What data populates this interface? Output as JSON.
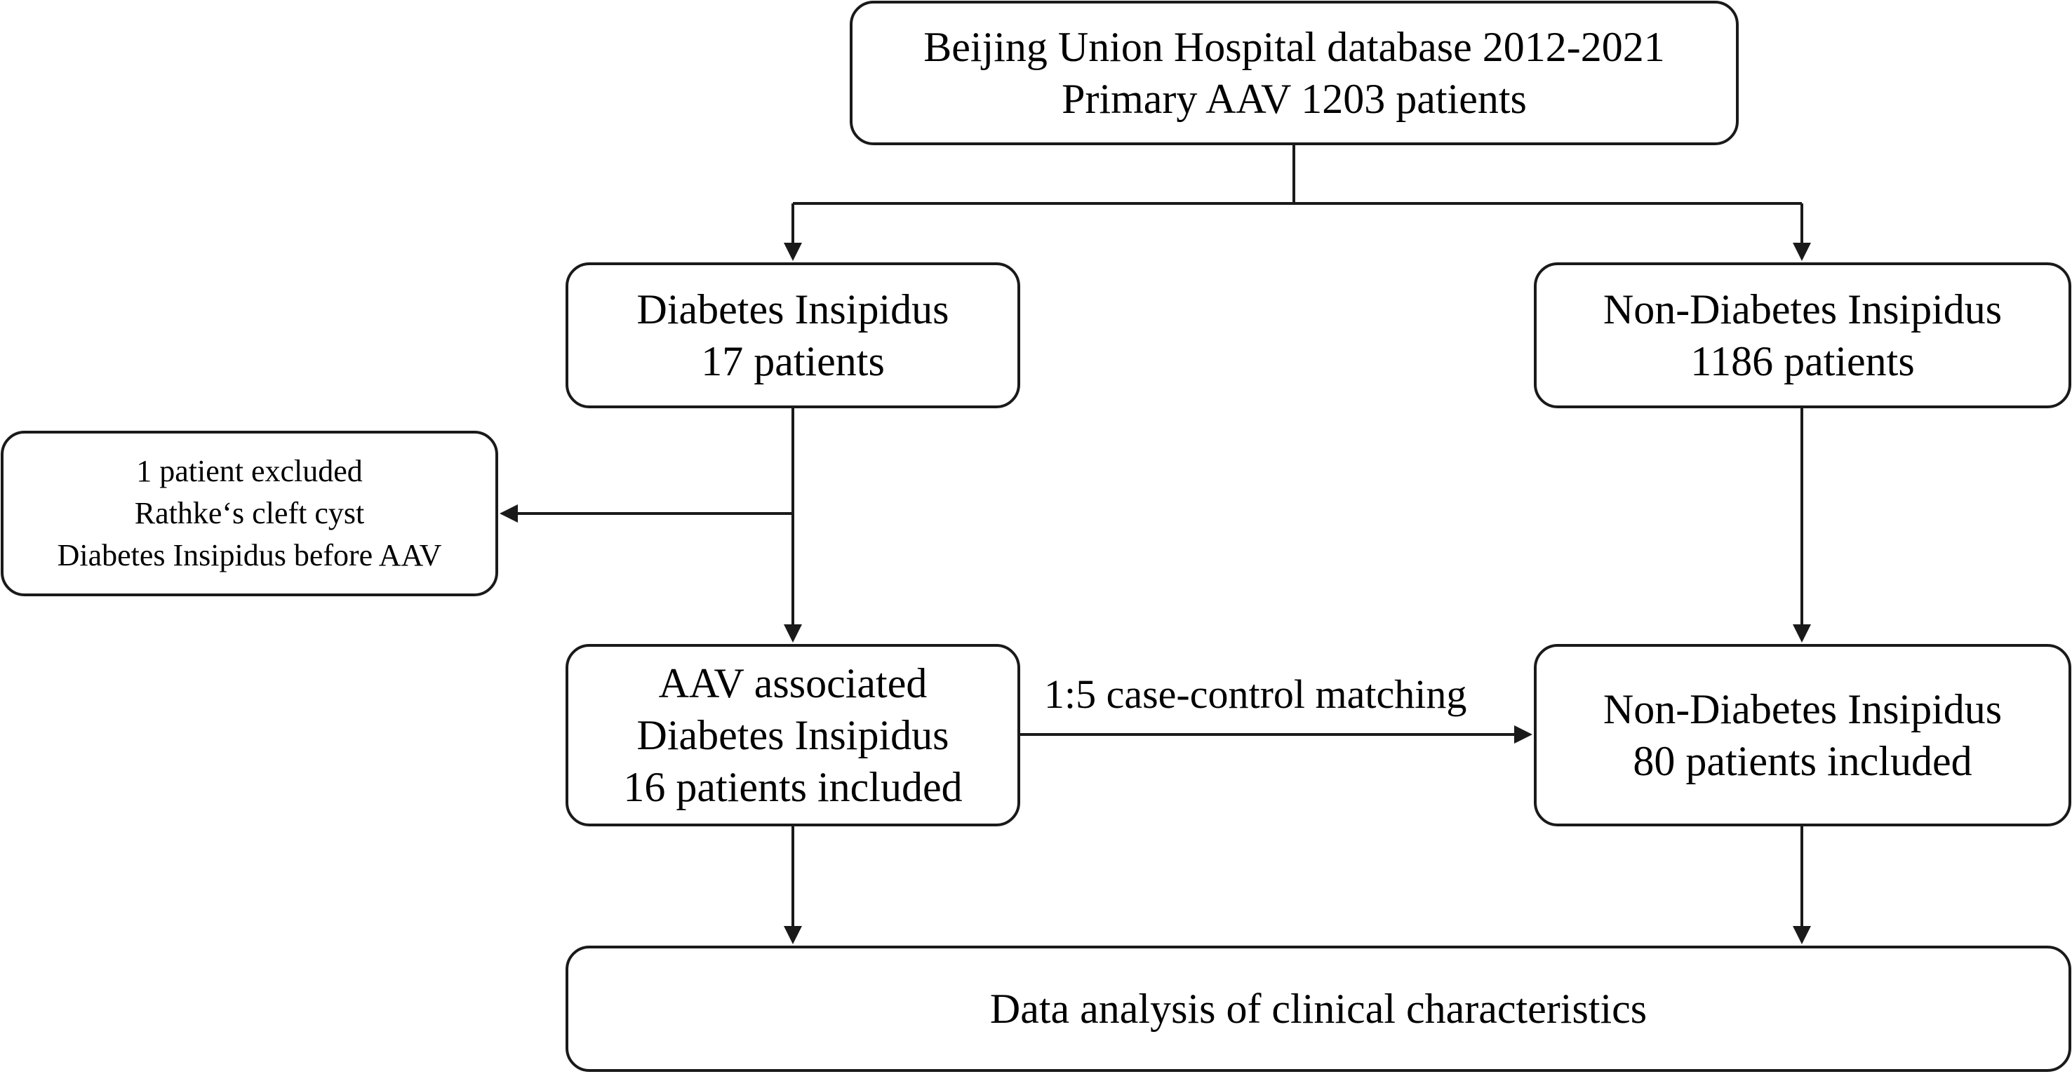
{
  "nodes": {
    "source": {
      "lines": [
        "Beijing Union Hospital database 2012-2021",
        "Primary AAV 1203 patients"
      ]
    },
    "di": {
      "lines": [
        "Diabetes Insipidus",
        "17 patients"
      ]
    },
    "non_di": {
      "lines": [
        "Non-Diabetes Insipidus",
        "1186 patients"
      ]
    },
    "excluded": {
      "lines": [
        "1 patient excluded",
        "Rathke‘s cleft cyst",
        "Diabetes Insipidus before AAV"
      ]
    },
    "aav_di": {
      "lines": [
        "AAV associated",
        "Diabetes Insipidus",
        "16 patients included"
      ]
    },
    "non_di_matched": {
      "lines": [
        "Non-Diabetes Insipidus",
        "80 patients included"
      ]
    },
    "analysis": {
      "lines": [
        "Data analysis of clinical characteristics"
      ]
    }
  },
  "edges": {
    "matching_label": "1:5 case-control matching"
  }
}
